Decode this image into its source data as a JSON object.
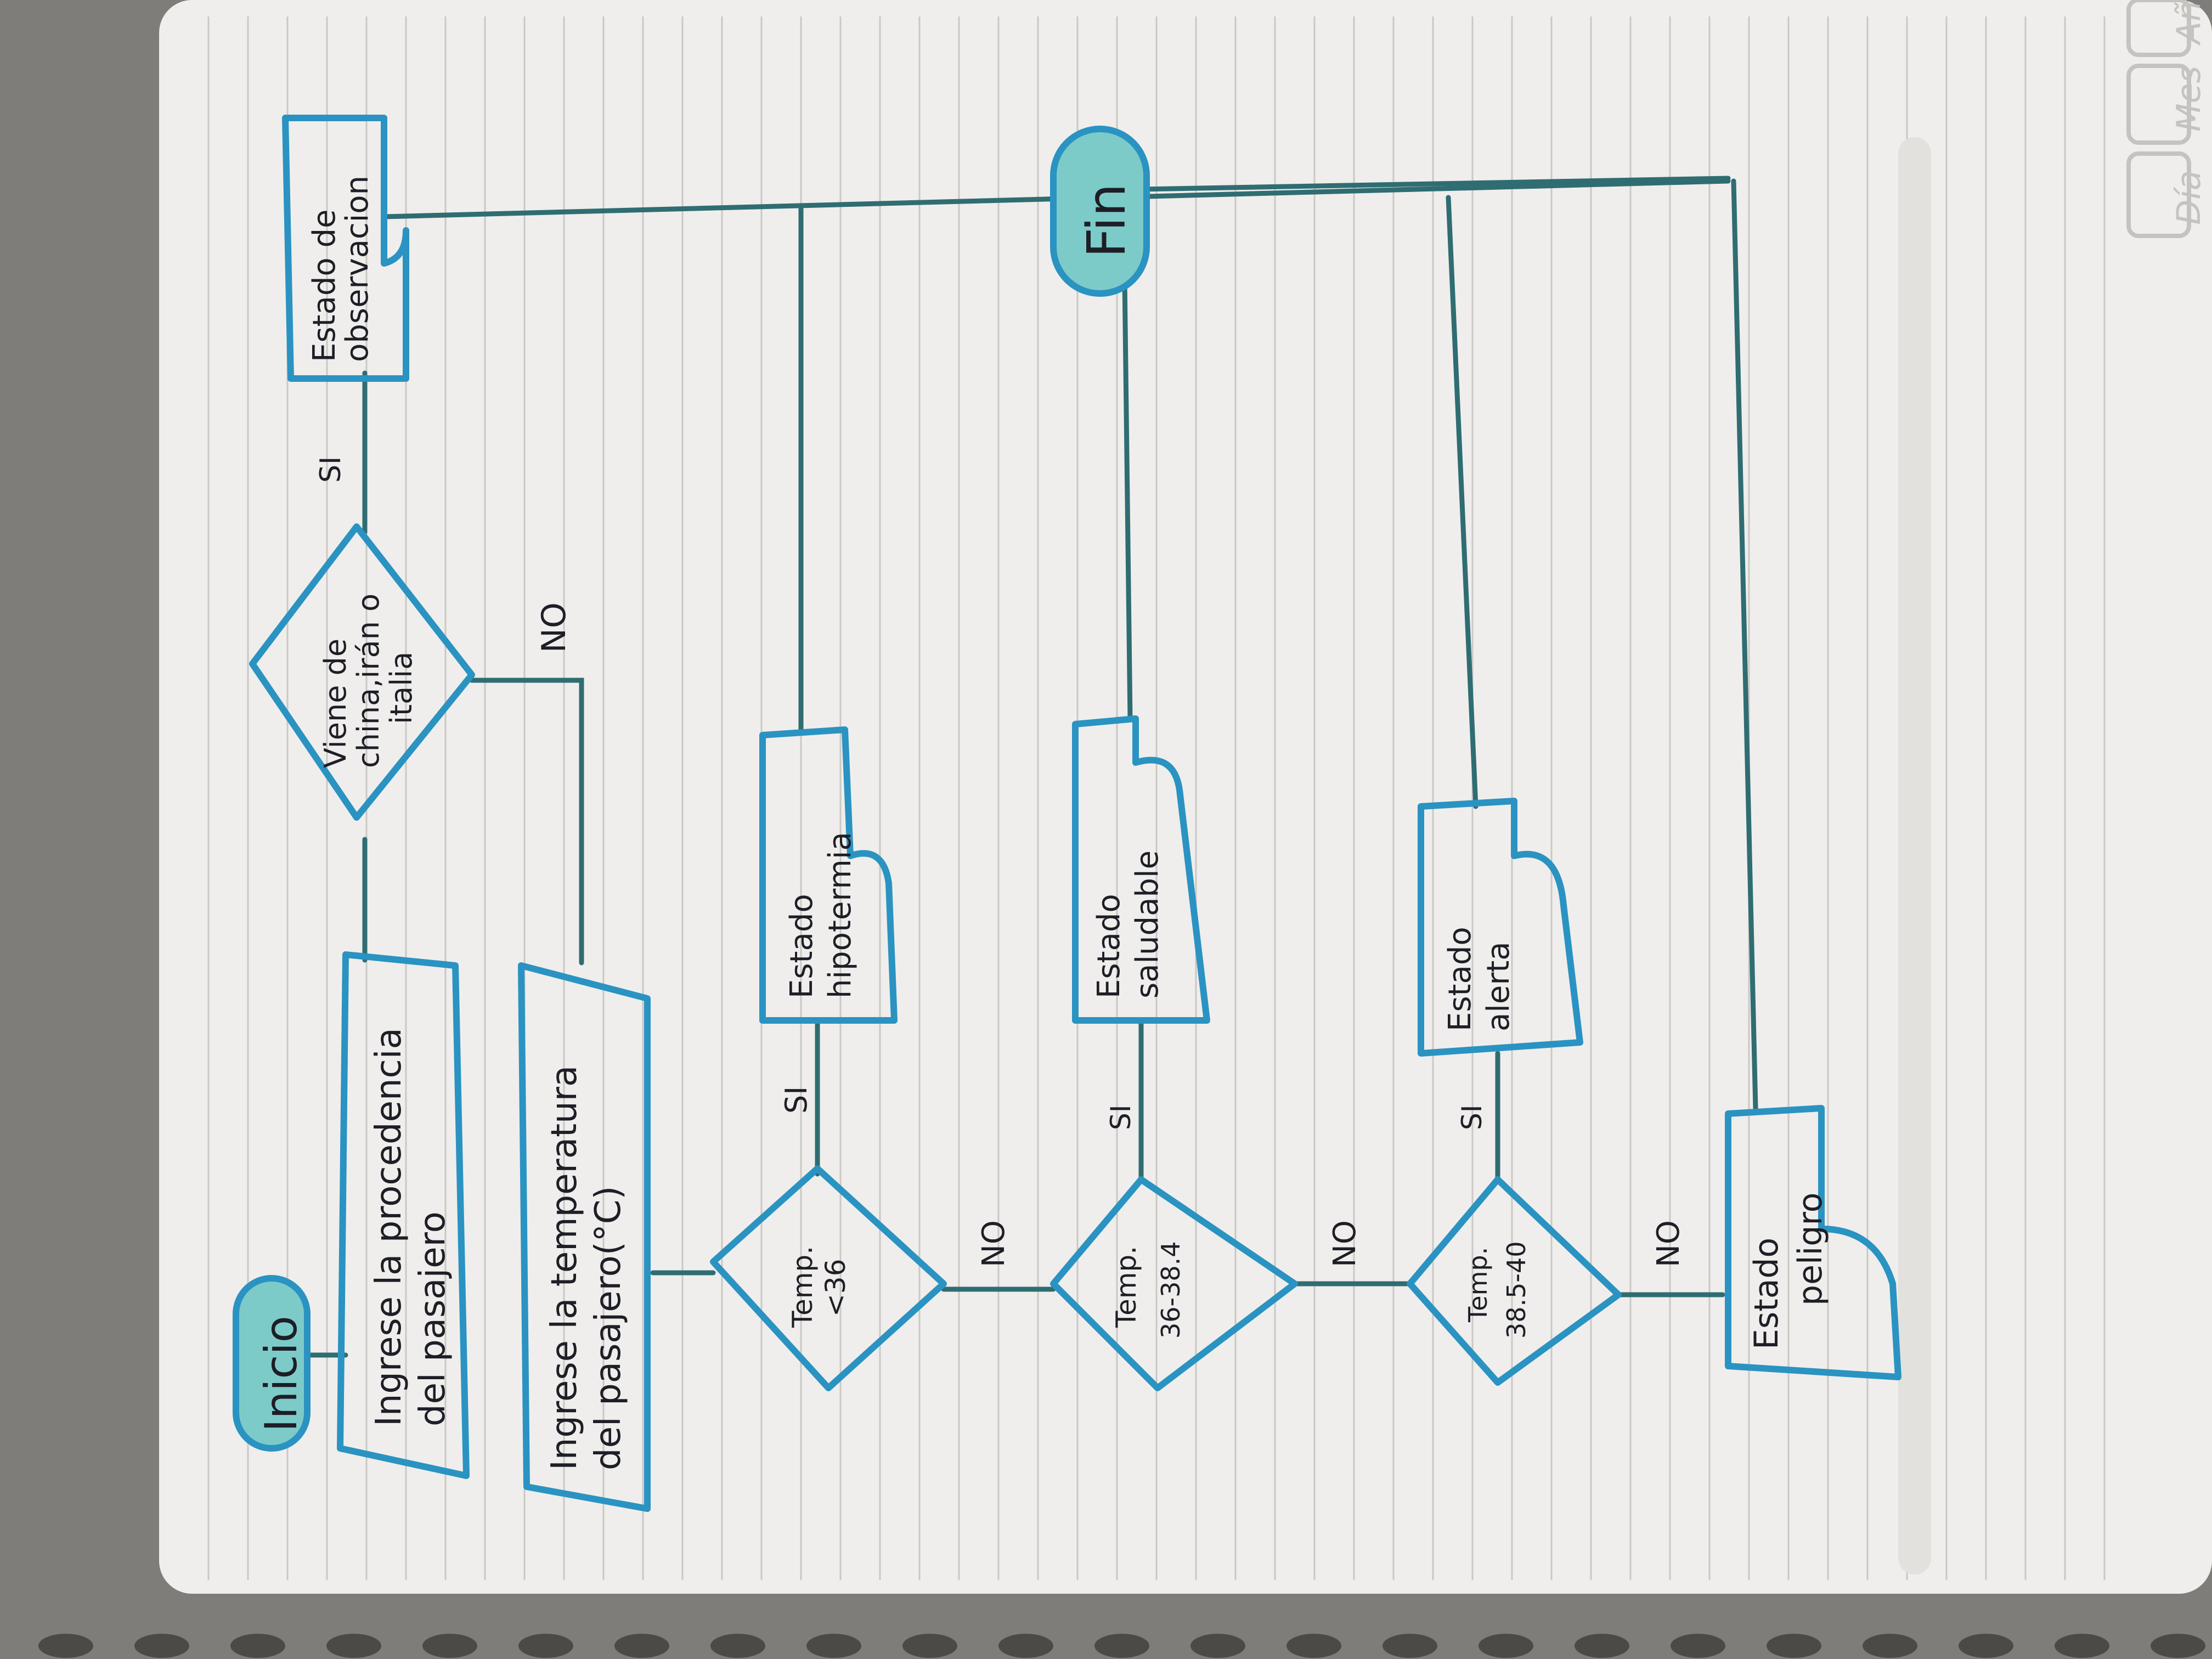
{
  "colors": {
    "paper": "#efeeec",
    "ruled_line": "#c9c8c4",
    "outline": "#2a93c2",
    "connector": "#2f6d72",
    "terminal_fill": "#7ccbc9",
    "ink": "#1e1e26",
    "desk": "#7f7d79"
  },
  "planner_corner": {
    "labels": [
      "Día",
      "Mes",
      "Año"
    ]
  },
  "flowchart": {
    "start": "Inicio",
    "end": "Fin",
    "input_origin": [
      "Ingrese la procedencia",
      "del pasajero"
    ],
    "decision_origin": [
      "Viene de",
      "china,irán o",
      "italia"
    ],
    "origin_yes": "SI",
    "origin_no": "NO",
    "state_observation": [
      "Estado de",
      "observacion"
    ],
    "input_temperature": [
      "Ingrese la temperatura",
      "del pasajero(°C)"
    ],
    "decision_t1": [
      "Temp.",
      "<36"
    ],
    "t1_yes": "SI",
    "t1_no": "NO",
    "state_hypothermia": [
      "Estado",
      "hipotermia"
    ],
    "decision_t2": [
      "Temp.",
      "36-38.4"
    ],
    "t2_yes": "SI",
    "t2_no": "NO",
    "state_healthy": [
      "Estado",
      "saludable"
    ],
    "decision_t3": [
      "Temp.",
      "38.5-40"
    ],
    "t3_yes": "SI",
    "t3_no": "NO",
    "state_alert": [
      "Estado",
      "alerta"
    ],
    "state_danger": [
      "Estado",
      "peligro"
    ]
  }
}
